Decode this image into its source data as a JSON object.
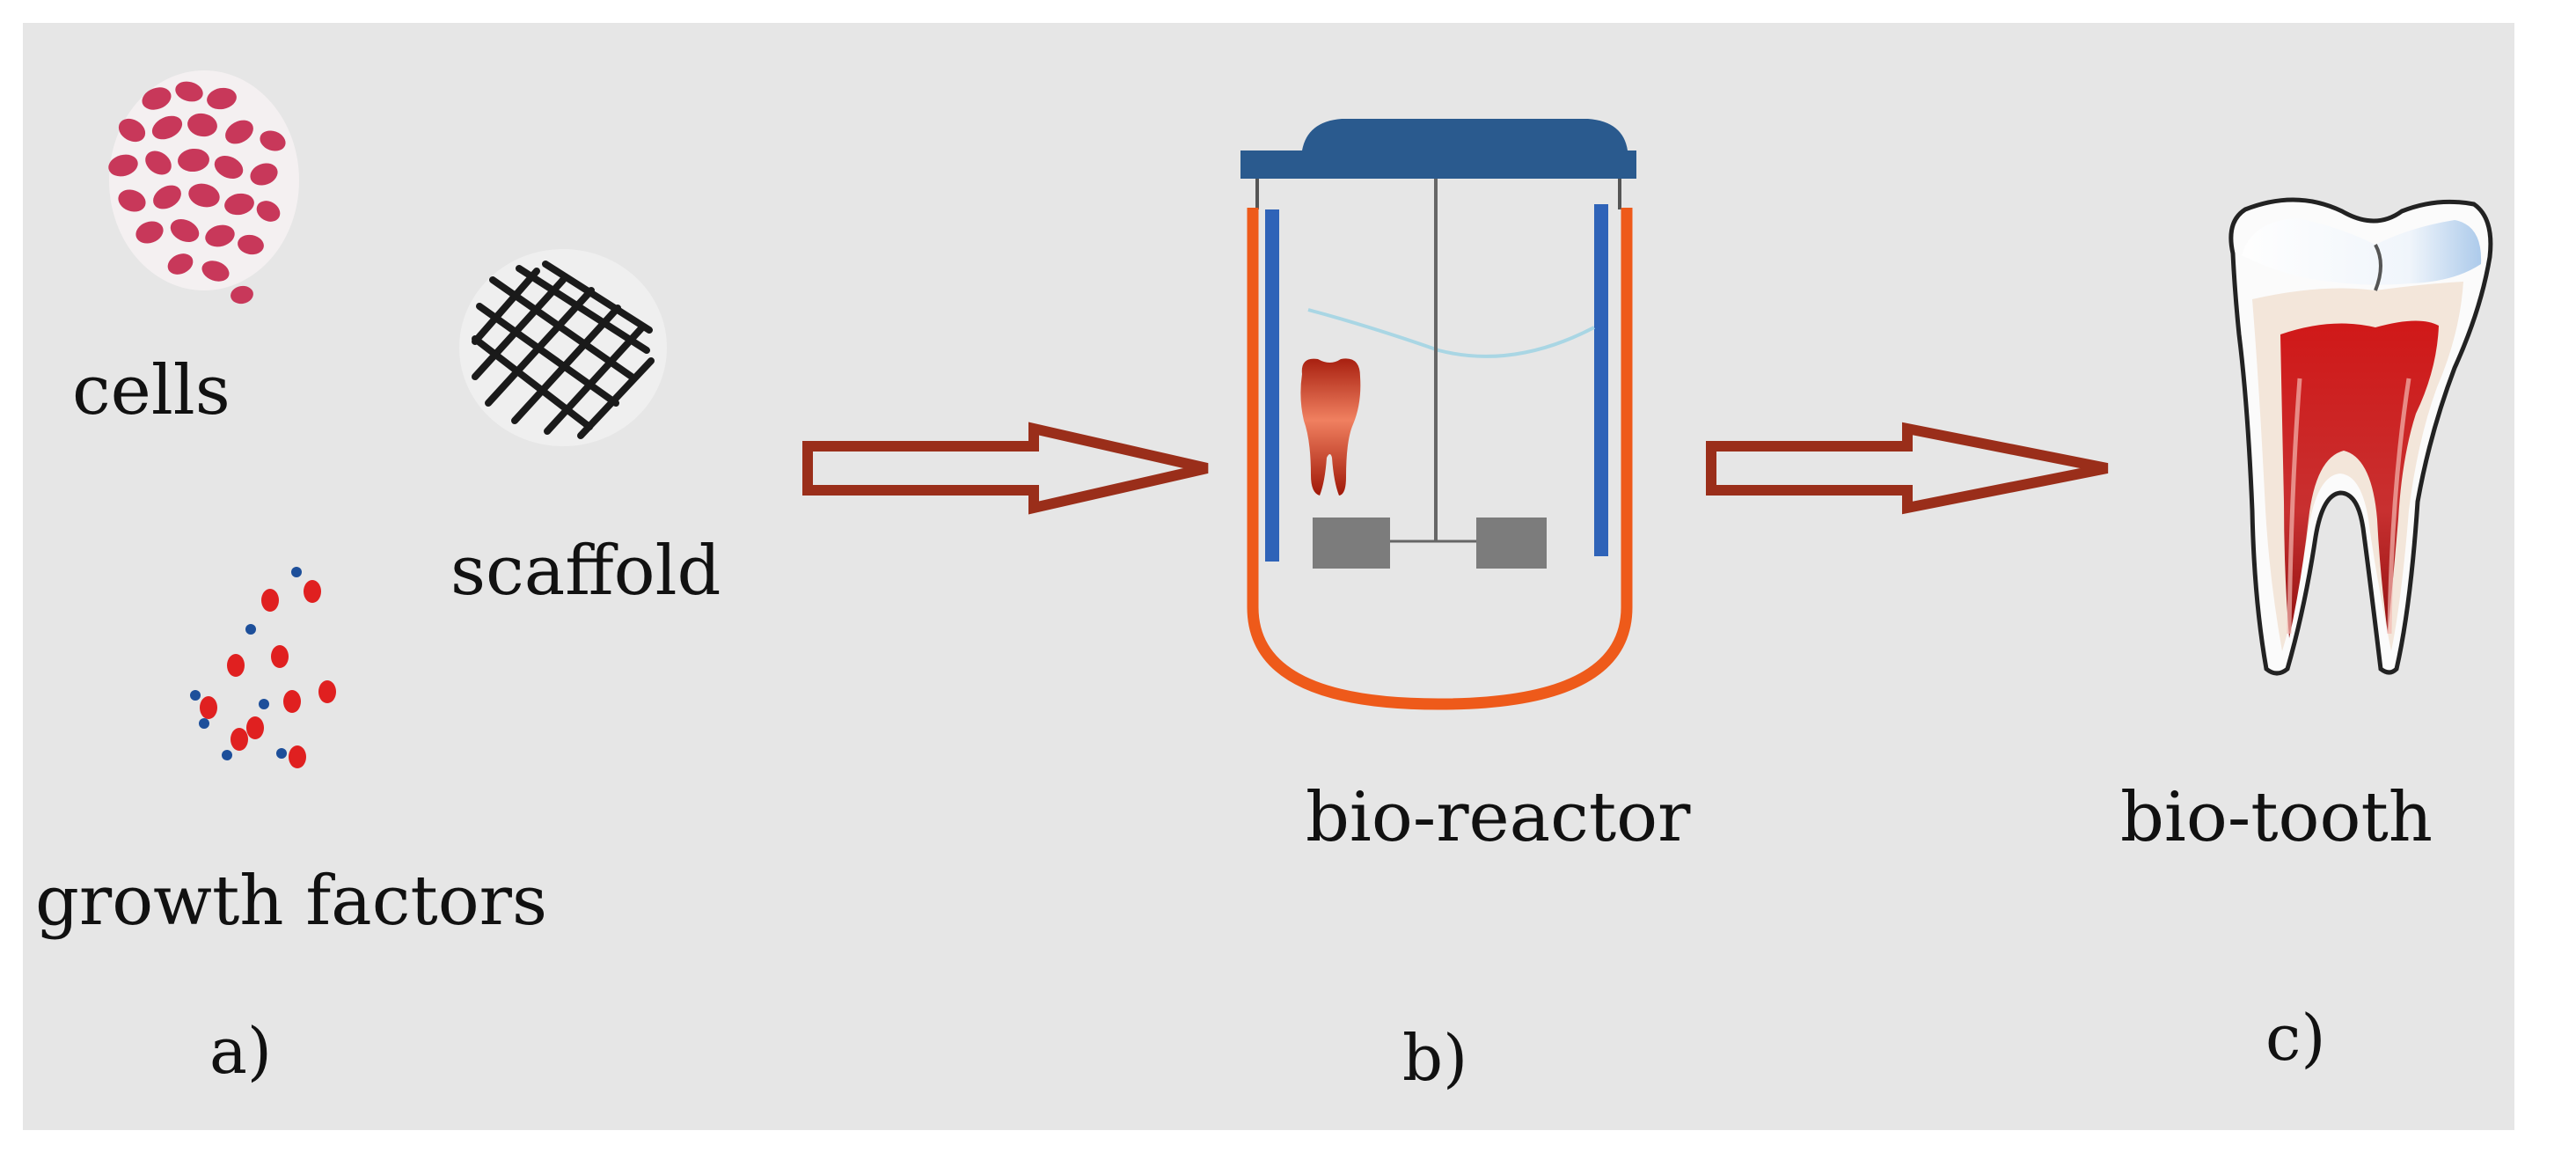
{
  "labels": {
    "cells": "cells",
    "scaffold": "scaffold",
    "growth_factors": "growth factors",
    "bio_reactor": "bio-reactor",
    "bio_tooth": "bio-tooth"
  },
  "panels": {
    "a": "a)",
    "b": "b)",
    "c": "c)"
  },
  "colors": {
    "background": "#e6e6e6",
    "arrow": "#9a2e1a",
    "cells": "#c8385a",
    "reactor_lid": "#2a5a8e",
    "reactor_vessel": "#ee5a1a",
    "reactor_baffles": "#2f63b8",
    "growth_factor_red": "#e02020",
    "growth_factor_blue": "#1d4f9a"
  },
  "icons": [
    "cells-cluster-icon",
    "scaffold-mesh-icon",
    "growth-factors-icon",
    "bioreactor-icon",
    "tooth-in-reactor-icon",
    "bio-tooth-icon"
  ]
}
